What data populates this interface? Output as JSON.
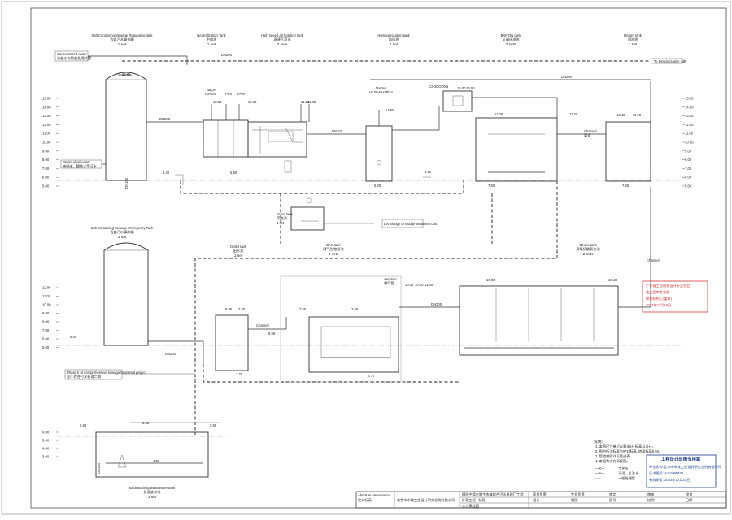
{
  "units_top": [
    {
      "name": "Salt Containing Sewage Regulating tank",
      "cn": "含盐污水调节罐",
      "qty": "1 set"
    },
    {
      "name": "Neutralization Tank",
      "cn": "中和池",
      "qty": "1 set"
    },
    {
      "name": "High speed air flotation tank",
      "cn": "高速气浮池",
      "qty": "2 sets"
    },
    {
      "name": "Homogenization tank",
      "cn": "均质池",
      "qty": "1 set"
    },
    {
      "name": "BAF-DN tank",
      "cn": "反硝化滤池",
      "qty": "2 sets"
    },
    {
      "name": "Return tank",
      "cn": "回流池",
      "qty": "1 set"
    }
  ],
  "units_mid": [
    {
      "name": "Salt Containing Sewage Emergency Tank",
      "cn": "含盐污水事故罐",
      "qty": "1 set"
    },
    {
      "name": "Outlet tank",
      "cn": "出水池",
      "qty": "1 set"
    },
    {
      "name": "BAF tank",
      "cn": "曝气生物滤池",
      "qty": "3 sets"
    },
    {
      "name": "Ozone tank",
      "cn": "臭氧接触氧化池",
      "qty": "2 sets"
    },
    {
      "name": "Scum tank",
      "cn": "浮渣池",
      "qty": "1 set"
    }
  ],
  "unit_bottom": {
    "name": "Backwashing wastewater tank",
    "cn": "反洗废水池",
    "qty": "1 set"
  },
  "labels": {
    "concentrated_water": "Concentrated water",
    "concentrated_cn": "浓盐水去除盐处理装置",
    "deodorization": "To Deodorization unit",
    "waste_alkali": "Waste alkali water",
    "waste_alkali_cn": "废碱液、酸性水等污水",
    "phase2": "Phase II of comprehensive sewage treatment project",
    "phase2_cn": "全厂综合污水处理二期",
    "dnsludge": "DN Sludge to sludge treatment unit",
    "channel": "Channel",
    "channel_cn": "渠道",
    "aeration": "Aeration",
    "aeration_cn": "曝气管",
    "naoh": "NaOH",
    "h2so4": "H2SO4",
    "pfs": "PFS",
    "pam": "PAM",
    "h2so4_h3po4": "H2SO4·H3PO4",
    "ch3cooh": "CH3COONa",
    "abs_elev": "Absolute elevation:m",
    "abs_elev_cn": "绝对标高",
    "notes_title": "说明:",
    "note1": "1. 本图尺寸单位以毫米计, 标高以米计。",
    "note2": "2. 图中所注标高为绝对标高, 地面标高5.50。",
    "note3": "3. 管道材质详见管道表。",
    "note4": "4. 本图为水力高程图。"
  },
  "pipe_sizes": [
    "DN200",
    "DN150",
    "DN200",
    "DN150",
    "DN200",
    "DN200",
    "DN200",
    "DN150",
    "DN200",
    "DN200",
    "DN150",
    "DN200"
  ],
  "elev_left_top": [
    "15.00",
    "14.00",
    "13.00",
    "12.00",
    "11.00",
    "10.00",
    "9.00",
    "8.00",
    "7.00",
    "6.00",
    "5.00"
  ],
  "elev_left_mid": [
    "12.00",
    "11.00",
    "10.00",
    "9.00",
    "8.00",
    "7.00",
    "6.00",
    "5.00"
  ],
  "elev_left_bot": [
    "6.00",
    "5.00",
    "4.00",
    "3.00"
  ],
  "tank_levels": {
    "t1": "20.80",
    "t2": "13.50",
    "t3": "12.60",
    "t4": "11.80",
    "t5": "11.80",
    "t6": "13.50",
    "t7": "15.00",
    "t8": "13.50",
    "t9": "11.20",
    "t10": "12.40",
    "t11": "11.20",
    "b1": "8.80",
    "b2": "7.50",
    "b3": "7.60",
    "b4": "7.60",
    "b5": "10.30",
    "b6": "10.00",
    "b7": "11.40",
    "b8": "10.00",
    "b9": "10.40",
    "b10": "8.80",
    "b11": "10.80",
    "g1": "5.40",
    "g2": "5.90",
    "g3": "5.40",
    "g4": "5.90",
    "g5": "2.70",
    "g6": "2.70",
    "g7": "1.30",
    "g8": "6.30",
    "bot1": "6.30",
    "bot2": "5.90",
    "bot3": "1.30",
    "bot4": "5.90",
    "bot5": "5.90",
    "bot6": "5.80",
    "bot7": "5.80"
  },
  "legend": [
    {
      "sym": "—X—",
      "txt": "工艺水"
    },
    {
      "sym": "—S—",
      "txt": "污泥、反洗水"
    },
    {
      "sym": "- - -",
      "txt": "一般处理管"
    }
  ],
  "stamp": {
    "title": "工程设计出图专用章",
    "l1": "单位名称:北京市市政工程设计研究总院有限公司",
    "l2": "证书编号: A111005439",
    "l3": "有效期至: 2022年12月31日"
  },
  "title_block": {
    "company": "北京市市政工程设计研究总院有限公司",
    "project": "揭阳中德金属生态城综合污水处理厂工程",
    "drawing": "水力高程图",
    "subtitle": "扩建工程 I 标段",
    "cells": [
      "项目负责",
      "专业负责",
      "审定",
      "审核",
      "校对",
      "设计",
      "制图",
      "图号",
      "比例",
      "日期"
    ]
  }
}
